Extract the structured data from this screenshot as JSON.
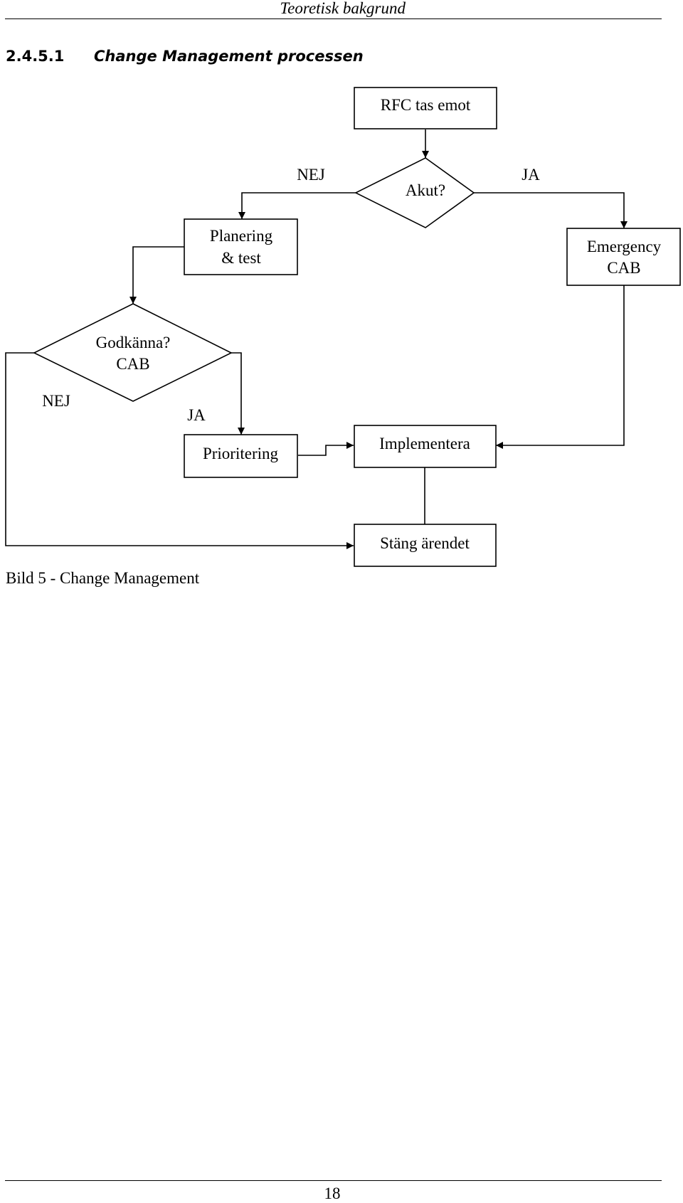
{
  "header": {
    "running_title": "Teoretisk bakgrund"
  },
  "section": {
    "number": "2.4.5.1",
    "title": "Change Management processen"
  },
  "flowchart": {
    "nodes": {
      "rfc": "RFC tas emot",
      "akut": "Akut?",
      "planering_line1": "Planering",
      "planering_line2": "& test",
      "emergency_line1": "Emergency",
      "emergency_line2": "CAB",
      "godkanna_line1": "Godkänna?",
      "godkanna_line2": "CAB",
      "prioritering": "Prioritering",
      "implementera": "Implementera",
      "stang": "Stäng ärendet"
    },
    "edge_labels": {
      "akut_no": "NEJ",
      "akut_yes": "JA",
      "godkanna_no": "NEJ",
      "godkanna_yes": "JA"
    }
  },
  "caption": "Bild 5 - Change Management",
  "footer": {
    "page_number": "18"
  }
}
